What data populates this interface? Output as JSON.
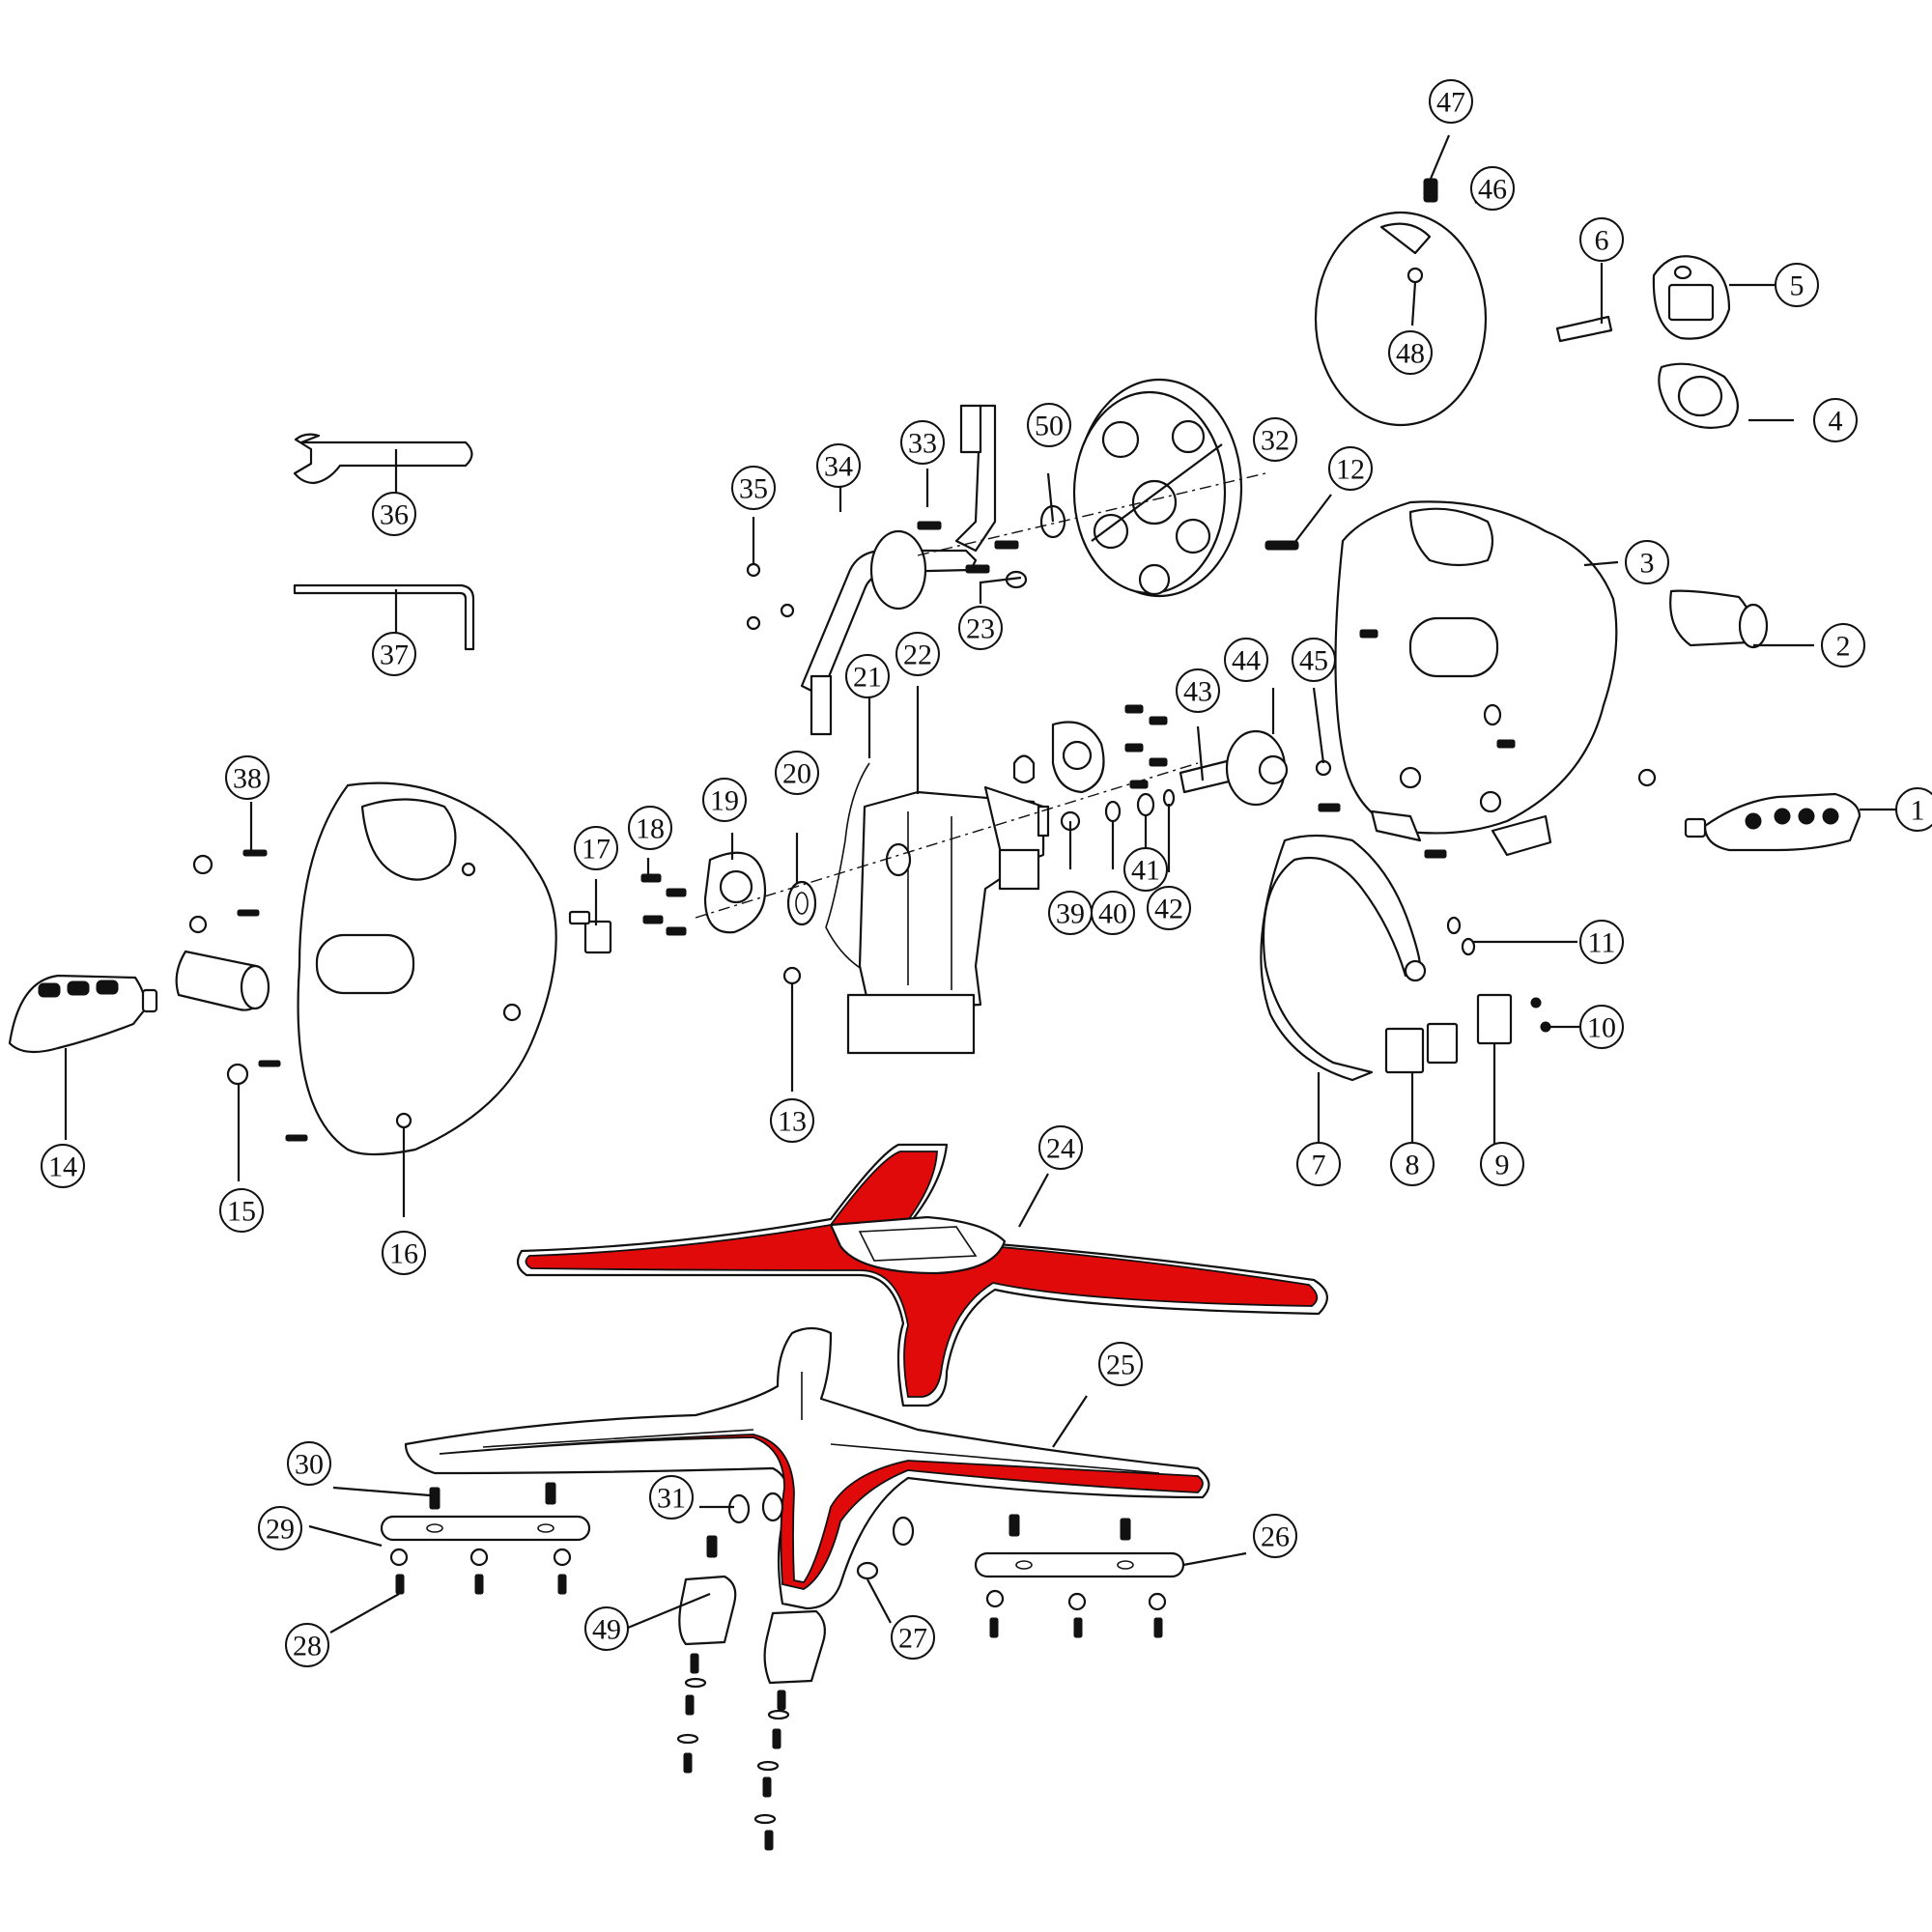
{
  "diagram": {
    "highlight_color": "#e10a0a",
    "line_color": "#111111",
    "callouts": [
      "1",
      "2",
      "3",
      "4",
      "5",
      "6",
      "7",
      "8",
      "9",
      "10",
      "11",
      "12",
      "13",
      "14",
      "15",
      "16",
      "17",
      "18",
      "19",
      "20",
      "21",
      "22",
      "23",
      "24",
      "25",
      "26",
      "27",
      "28",
      "29",
      "30",
      "31",
      "32",
      "33",
      "34",
      "35",
      "36",
      "37",
      "38",
      "39",
      "40",
      "41",
      "42",
      "43",
      "44",
      "45",
      "46",
      "47",
      "48",
      "49",
      "50"
    ]
  }
}
